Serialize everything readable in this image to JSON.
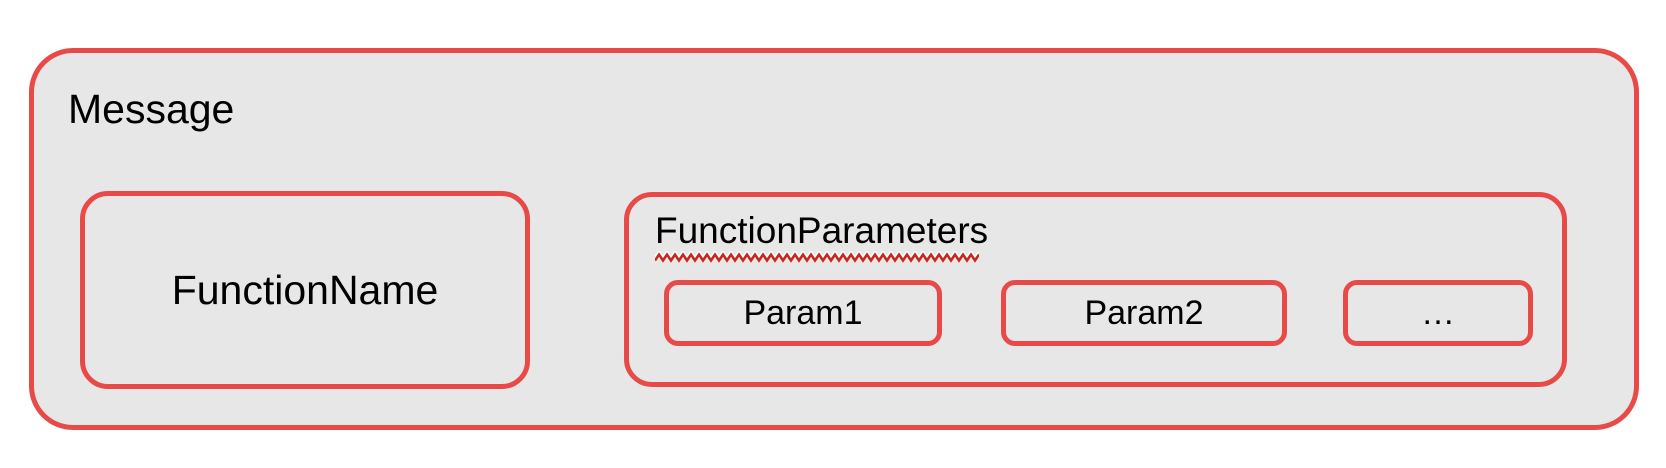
{
  "colors": {
    "box_border": "#e84a48",
    "box_fill": "#e8e7e7",
    "text": "#000000",
    "squiggle": "#c9251d",
    "page_background": "#ffffff"
  },
  "diagram": {
    "message": {
      "label": "Message"
    },
    "function_name": {
      "label": "FunctionName"
    },
    "function_parameters": {
      "label": "FunctionParameters",
      "label_has_spellcheck_underline": true,
      "params": [
        {
          "label": "Param1"
        },
        {
          "label": "Param2"
        },
        {
          "label": "…"
        }
      ]
    }
  }
}
